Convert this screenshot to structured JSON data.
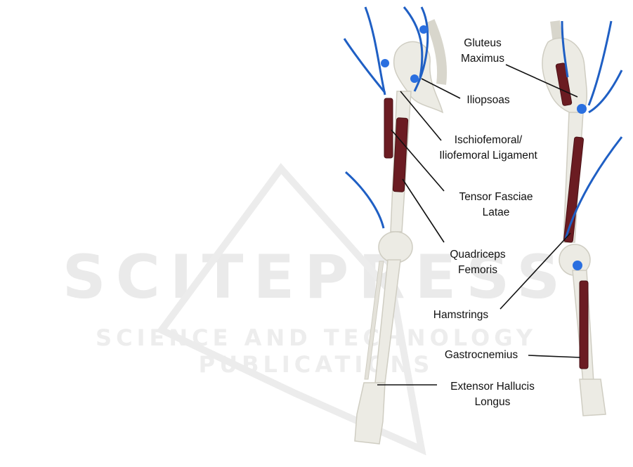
{
  "watermark": {
    "main": "SCITEPRESS",
    "sub": "SCIENCE AND TECHNOLOGY PUBLICATIONS"
  },
  "labels": {
    "gluteus_maximus": "Gluteus\nMaximus",
    "iliopsoas": "Iliopsoas",
    "ischiofemoral": "Ischiofemoral/\nIliofemoral Ligament",
    "tensor_fasciae_latae": "Tensor Fasciae\nLatae",
    "quadriceps_femoris": "Quadriceps\nFemoris",
    "hamstrings": "Hamstrings",
    "gastrocnemius": "Gastrocnemius",
    "extensor_hallucis_longus": "Extensor Hallucis\nLongus"
  },
  "colors": {
    "bone": "#ecebe4",
    "bone_edge": "#cfcdc2",
    "muscle": "#6b1c22",
    "muscle_dark": "#4a1015",
    "tube": "#1f5fc4",
    "connector": "#2a6fe0",
    "leader": "#111111"
  }
}
